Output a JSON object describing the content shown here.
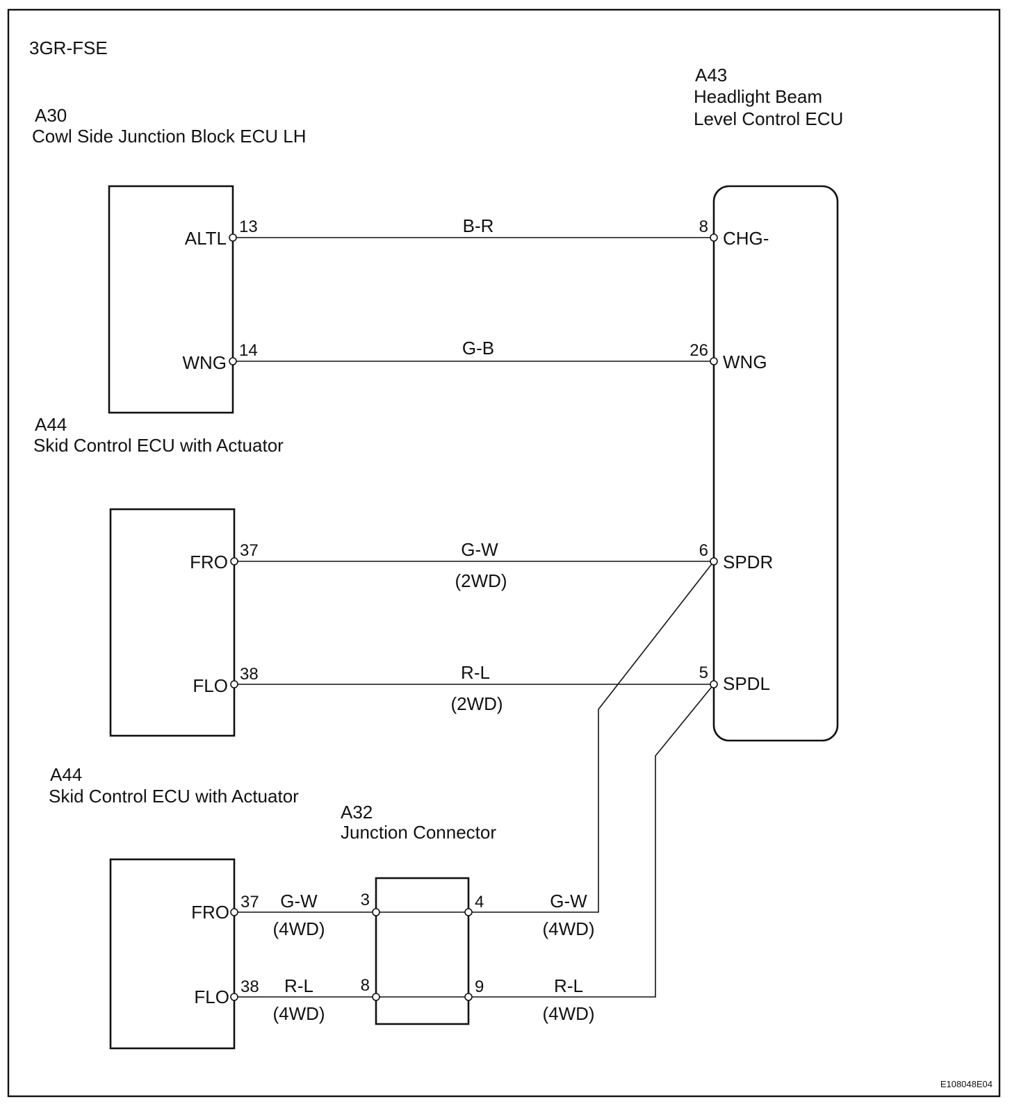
{
  "engine": "3GR-FSE",
  "figure_id": "E108048E04",
  "components": {
    "a30": {
      "code": "A30",
      "name": "Cowl Side Junction Block ECU LH"
    },
    "a43": {
      "code": "A43",
      "name_line1": "Headlight Beam",
      "name_line2": "Level Control ECU"
    },
    "a44_upper": {
      "code": "A44",
      "name": "Skid Control ECU with Actuator"
    },
    "a44_lower": {
      "code": "A44",
      "name": "Skid Control ECU with Actuator"
    },
    "a32": {
      "code": "A32",
      "name": "Junction Connector"
    }
  },
  "terminals": {
    "a30_altl": {
      "pin": "13",
      "name": "ALTL"
    },
    "a30_wng": {
      "pin": "14",
      "name": "WNG"
    },
    "a43_chg": {
      "pin": "8",
      "name": "CHG-"
    },
    "a43_wng": {
      "pin": "26",
      "name": "WNG"
    },
    "a43_spdr": {
      "pin": "6",
      "name": "SPDR"
    },
    "a43_spdl": {
      "pin": "5",
      "name": "SPDL"
    },
    "a44u_fro": {
      "pin": "37",
      "name": "FRO"
    },
    "a44u_flo": {
      "pin": "38",
      "name": "FLO"
    },
    "a44l_fro": {
      "pin": "37",
      "name": "FRO"
    },
    "a44l_flo": {
      "pin": "38",
      "name": "FLO"
    },
    "a32_p3": {
      "pin": "3"
    },
    "a32_p4": {
      "pin": "4"
    },
    "a32_p8": {
      "pin": "8"
    },
    "a32_p9": {
      "pin": "9"
    }
  },
  "wires": {
    "altl_chg": {
      "color": "B-R"
    },
    "wng_wng": {
      "color": "G-B"
    },
    "fro_spdr_2wd": {
      "color": "G-W",
      "variant": "(2WD)"
    },
    "flo_spdl_2wd": {
      "color": "R-L",
      "variant": "(2WD)"
    },
    "fro_a32_4wd": {
      "color": "G-W",
      "variant": "(4WD)"
    },
    "a32_spdr_4wd": {
      "color": "G-W",
      "variant": "(4WD)"
    },
    "flo_a32_4wd": {
      "color": "R-L",
      "variant": "(4WD)"
    },
    "a32_spdl_4wd": {
      "color": "R-L",
      "variant": "(4WD)"
    }
  }
}
